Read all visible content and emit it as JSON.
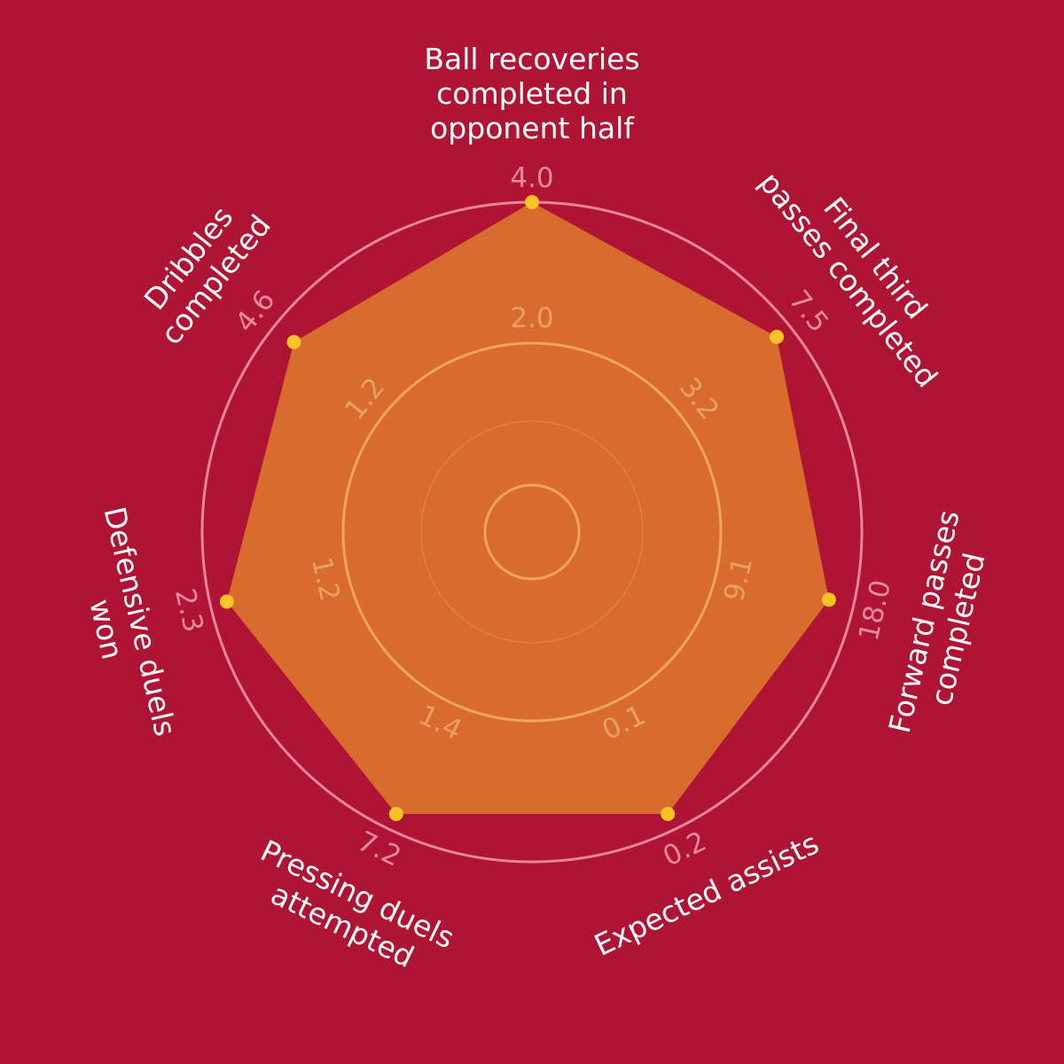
{
  "colors": {
    "background": "#b01434",
    "area_fill": "#d9702f",
    "point": "#f7c326",
    "outer_ring": "#e8879a",
    "inner_ring": "#f0a55a",
    "label": "#ffffff",
    "outer_tick": "#e58a9a",
    "inner_tick": "#eaa060"
  },
  "chart_data": {
    "type": "radar",
    "axes": [
      {
        "label_lines": [
          "Ball recoveries",
          "completed in",
          "opponent half"
        ],
        "max_label": "4.0",
        "mid_label": "2.0",
        "value": 1.0
      },
      {
        "label_lines": [
          "Final third",
          "passes completed"
        ],
        "max_label": "7.5",
        "mid_label": "3.2",
        "value": 0.94
      },
      {
        "label_lines": [
          "Forward passes",
          "completed"
        ],
        "max_label": "18.0",
        "mid_label": "9.1",
        "value": 0.91
      },
      {
        "label_lines": [
          "Expected assists"
        ],
        "max_label": "0.2",
        "mid_label": "0.1",
        "value": 0.94
      },
      {
        "label_lines": [
          "Pressing duels",
          "attempted"
        ],
        "max_label": "7.2",
        "mid_label": "1.4",
        "value": 0.94
      },
      {
        "label_lines": [
          "Defensive duels",
          "won"
        ],
        "max_label": "2.3",
        "mid_label": "1.2",
        "value": 0.94
      },
      {
        "label_lines": [
          "Dribbles",
          "completed"
        ],
        "max_label": "4.6",
        "mid_label": "1.2",
        "value": 0.91
      }
    ],
    "scale": "normalized 0–1 per axis",
    "grid": true,
    "legend": "none"
  }
}
